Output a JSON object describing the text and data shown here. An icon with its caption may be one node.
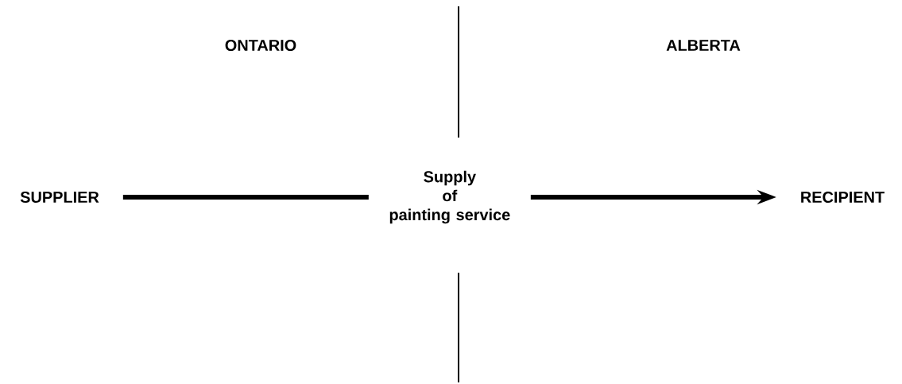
{
  "diagram": {
    "nodes": [
      {
        "text": [
          "SUPPLIER"
        ]
      },
      {
        "text": [
          "RECIPIENT"
        ]
      }
    ],
    "edges": [
      {
        "from": 0,
        "to": 1,
        "arrow": "to",
        "label": "Supply of painting service"
      }
    ],
    "labels": [
      "ONTARIO",
      "ALBERTA"
    ]
  }
}
